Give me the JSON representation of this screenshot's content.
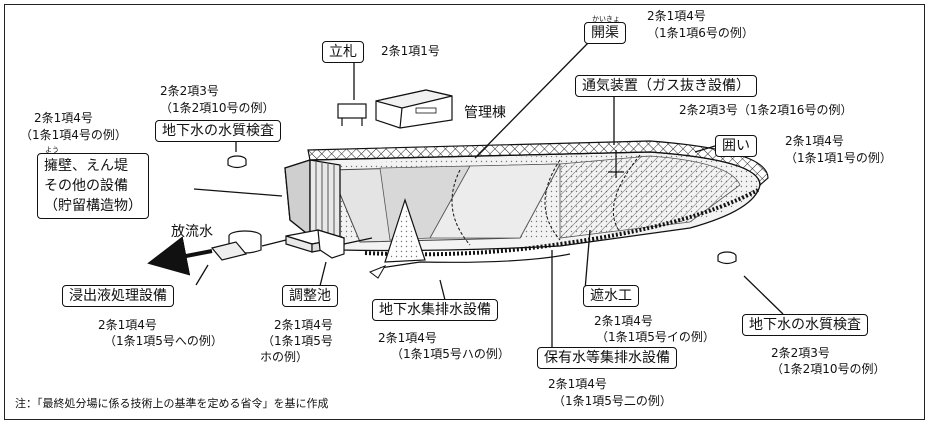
{
  "labels": {
    "notice_board": "立札",
    "admin_building": "管理棟",
    "open_channel": "開渠",
    "gas_vent": "通気装置（ガス抜き設備）",
    "enclosure": "囲い",
    "groundwater_quality": "地下水の水質検査",
    "retaining_wall": [
      "擁壁、えん堤",
      "その他の設備",
      "（貯留構造物）"
    ],
    "discharge_water": "放流水",
    "leachate_treatment": "浸出液処理設備",
    "regulating_pond": "調整池",
    "groundwater_drainage": "地下水集排水設備",
    "impermeable_work": "遮水工",
    "retained_water_drainage": "保有水等集排水設備"
  },
  "ruby": {
    "open_channel": "かいきょ",
    "retaining": "よう"
  },
  "refs": {
    "notice_board": [
      "2条1項1号"
    ],
    "open_channel": [
      "2条1項4号",
      "（1条1項6号の例）"
    ],
    "gas_vent": [
      "2条2項3号（1条2項16号の例）"
    ],
    "enclosure": [
      "2条1項4号",
      "（1条1項1号の例）"
    ],
    "groundwater_quality": [
      "2条2項3号",
      "（1条2項10号の例）"
    ],
    "retaining_wall": [
      "2条1項4号",
      "（1条1項4号の例）"
    ],
    "leachate_treatment": [
      "2条1項4号",
      "（1条1項5号への例）"
    ],
    "regulating_pond": [
      "2条1項4号",
      "（1条1項5号",
      "ホの例）"
    ],
    "groundwater_drainage": [
      "2条1項4号",
      "（1条1項5号ハの例）"
    ],
    "impermeable_work": [
      "2条1項4号",
      "（1条1項5号イの例）"
    ],
    "retained_water_drainage": [
      "2条1項4号",
      "（1条1項5号二の例）"
    ]
  },
  "footnote": "注：「最終処分場に係る技術上の基準を定める省令」を基に作成"
}
